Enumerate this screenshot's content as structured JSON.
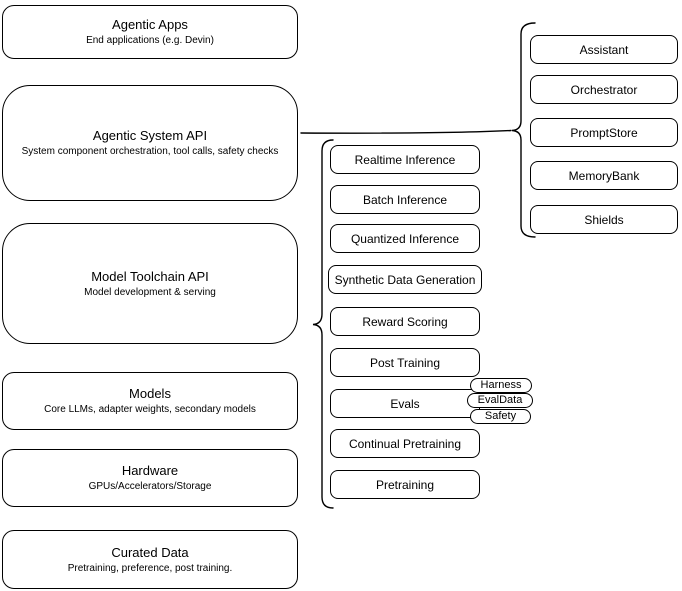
{
  "left_stack": [
    {
      "title": "Agentic Apps",
      "subtitle": "End applications (e.g. Devin)"
    },
    {
      "title": "Agentic System API",
      "subtitle": "System component orchestration, tool calls, safety checks"
    },
    {
      "title": "Model Toolchain API",
      "subtitle": "Model development & serving"
    },
    {
      "title": "Models",
      "subtitle": "Core LLMs, adapter weights, secondary models"
    },
    {
      "title": "Hardware",
      "subtitle": "GPUs/Accelerators/Storage"
    },
    {
      "title": "Curated Data",
      "subtitle": "Pretraining, preference, post training."
    }
  ],
  "toolchain": {
    "items": [
      "Realtime Inference",
      "Batch Inference",
      "Quantized Inference",
      "Synthetic Data Generation",
      "Reward Scoring",
      "Post Training",
      "Evals",
      "Continual Pretraining",
      "Pretraining"
    ]
  },
  "eval_tags": [
    "Harness",
    "EvalData",
    "Safety"
  ],
  "components": {
    "items": [
      "Assistant",
      "Orchestrator",
      "PromptStore",
      "MemoryBank",
      "Shields"
    ]
  },
  "colors": {
    "stroke": "#000000",
    "background": "#ffffff",
    "text": "#000000"
  }
}
